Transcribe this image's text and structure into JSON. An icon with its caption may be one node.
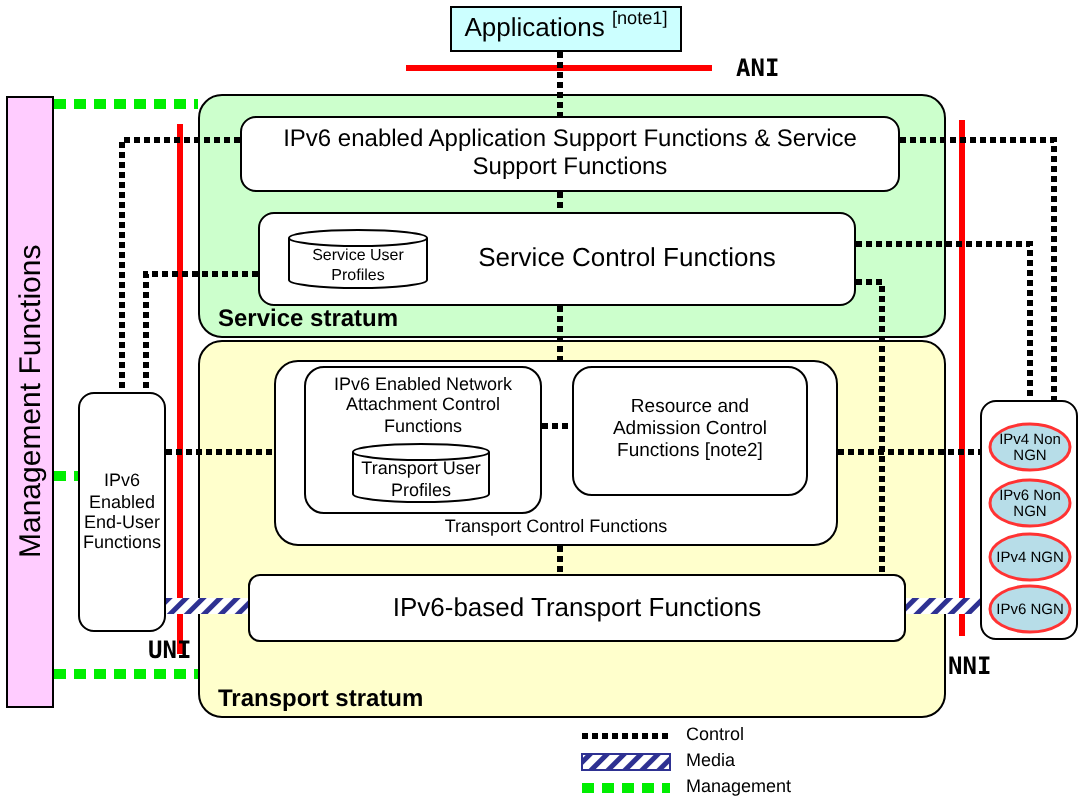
{
  "diagram": {
    "nodes": [
      {
        "text": [
          "Applications $^{[note1]}$"
        ]
      },
      {
        "text": [
          "Management Functions"
        ]
      },
      {
        "text": [
          "Service stratum"
        ]
      },
      {
        "text": [
          "IPv6 enabled Application Support Functions & Service Support Functions"
        ],
        "in": 2
      },
      {
        "text": [
          "Service Control Functions"
        ],
        "in": 2
      },
      {
        "text": [
          "Service User Profiles"
        ],
        "in": 4
      },
      {
        "text": [
          "Transport stratum"
        ]
      },
      {
        "text": [
          "Transport Control Functions"
        ],
        "in": 6
      },
      {
        "text": [
          "IPv6 Enabled Network Attachment Control Functions"
        ],
        "in": 7
      },
      {
        "text": [
          "Transport User Profiles"
        ],
        "in": 8
      },
      {
        "text": [
          "Resource and Admission Control Functions [note2]"
        ],
        "in": 7
      },
      {
        "text": [
          "IPv6-based Transport Functions"
        ],
        "in": 6
      },
      {
        "text": [
          "IPv6 Enabled End-User Functions"
        ]
      },
      {
        "text": [],
        "shape": "box"
      },
      {
        "text": [
          "IPv4 Non NGN"
        ],
        "in": 13
      },
      {
        "text": [
          "IPv6 Non NGN"
        ],
        "in": 13
      },
      {
        "text": [
          "IPv4 NGN"
        ],
        "in": 13
      },
      {
        "text": [
          "IPv6 NGN"
        ],
        "in": 13
      }
    ],
    "edges": [
      {
        "from": 0,
        "to": 3,
        "arrow": "none"
      },
      {
        "from": 3,
        "to": 4,
        "arrow": "none"
      },
      {
        "from": 3,
        "to": 12,
        "arrow": "none"
      },
      {
        "from": 4,
        "to": 12,
        "arrow": "none"
      },
      {
        "from": 3,
        "to": 13,
        "arrow": "none"
      },
      {
        "from": 4,
        "to": 13,
        "arrow": "none"
      },
      {
        "from": 4,
        "to": 11,
        "arrow": "none"
      },
      {
        "from": 4,
        "to": 7,
        "arrow": "none"
      },
      {
        "from": 12,
        "to": 7,
        "arrow": "none"
      },
      {
        "from": 8,
        "to": 10,
        "arrow": "none"
      },
      {
        "from": 7,
        "to": 13,
        "arrow": "none"
      },
      {
        "from": 7,
        "to": 11,
        "arrow": "none"
      },
      {
        "from": 12,
        "to": 11,
        "arrow": "none",
        "style": "thick",
        "color": "#2e3192"
      },
      {
        "from": 11,
        "to": 13,
        "arrow": "none",
        "style": "thick",
        "color": "#2e3192"
      },
      {
        "from": 1,
        "to": 2,
        "arrow": "none",
        "style": "dashed",
        "color": "#00ee00"
      },
      {
        "from": 1,
        "to": 12,
        "arrow": "none",
        "style": "dashed",
        "color": "#00ee00"
      },
      {
        "from": 1,
        "to": 6,
        "arrow": "none",
        "style": "dashed",
        "color": "#00ee00"
      }
    ],
    "labels": [
      "ANI",
      "UNI",
      "NNI"
    ],
    "legend": [
      {
        "text": "Control"
      },
      {
        "text": "Media"
      },
      {
        "text": "Management"
      }
    ]
  }
}
